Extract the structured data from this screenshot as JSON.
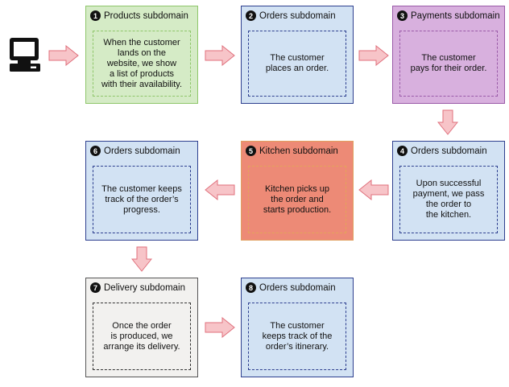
{
  "steps": [
    {
      "number": "1",
      "title": "Products subdomain",
      "text": "When the customer\nlands on the\nwebsite, we show\na list of products\nwith their availability.",
      "fill": "#d5ebc6",
      "border": "#8ec66a",
      "inner_border": "#8ec66a"
    },
    {
      "number": "2",
      "title": "Orders subdomain",
      "text": "The customer\nplaces an order.",
      "fill": "#d2e2f3",
      "border": "#2d3f8f",
      "inner_border": "#2d3f8f"
    },
    {
      "number": "3",
      "title": "Payments subdomain",
      "text": "The customer\npays for their order.",
      "fill": "#d8b0de",
      "border": "#9a5aa8",
      "inner_border": "#9a5aa8"
    },
    {
      "number": "4",
      "title": "Orders subdomain",
      "text": "Upon successful\npayment, we pass\nthe order to\nthe kitchen.",
      "fill": "#d2e2f3",
      "border": "#2d3f8f",
      "inner_border": "#2d3f8f"
    },
    {
      "number": "5",
      "title": "Kitchen subdomain",
      "text": "Kitchen picks up\nthe order and\nstarts production.",
      "fill": "#ed8a76",
      "border": "#e0a060",
      "inner_border": "#e3a45a"
    },
    {
      "number": "6",
      "title": "Orders subdomain",
      "text": "The customer keeps\ntrack of the order’s\nprogress.",
      "fill": "#d2e2f3",
      "border": "#2d3f8f",
      "inner_border": "#2d3f8f"
    },
    {
      "number": "7",
      "title": "Delivery subdomain",
      "text": "Once the order\nis produced, we\narrange its delivery.",
      "fill": "#f2f1ef",
      "border": "#555555",
      "inner_border": "#333333"
    },
    {
      "number": "8",
      "title": "Orders subdomain",
      "text": "The customer\nkeeps track of the\norder’s itinerary.",
      "fill": "#d2e2f3",
      "border": "#2d3f8f",
      "inner_border": "#2d3f8f"
    }
  ],
  "arrow_colors": {
    "fill": "#f7c4c8",
    "stroke": "#e0707c"
  },
  "icons": [
    "computer-icon"
  ]
}
